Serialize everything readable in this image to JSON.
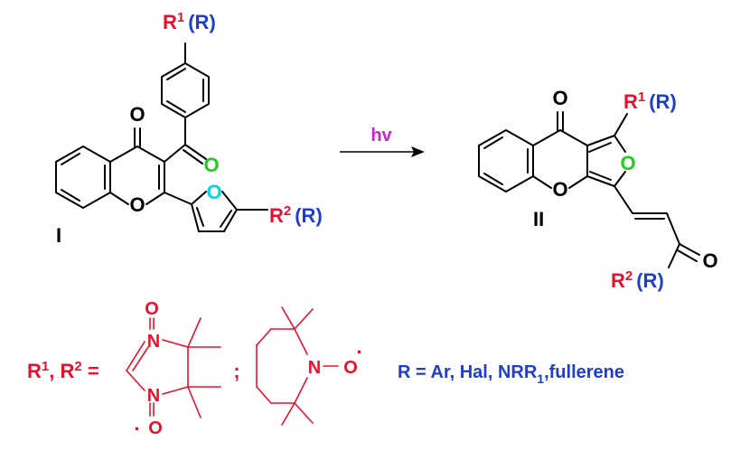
{
  "compound_I": {
    "label": "I",
    "r1": "R",
    "r1_sup": "1",
    "r1_alt": "(R)",
    "r2": "R",
    "r2_sup": "2",
    "r2_alt": "(R)",
    "carbonyl_o": "O",
    "ketone_o": "O",
    "ring_o": "O",
    "furan_o": "O"
  },
  "reaction": {
    "condition": "hv"
  },
  "compound_II": {
    "label": "II",
    "r1": "R",
    "r1_sup": "1",
    "r1_alt": "(R)",
    "r2": "R",
    "r2_sup": "2",
    "r2_alt": "(R)",
    "carbonyl_o": "O",
    "furan_o": "O",
    "ring_o": "O",
    "ketone_o": "O"
  },
  "definitions": {
    "r_labels": "R",
    "r1_sup": "1",
    "sep": ", ",
    "r2_sup": "2",
    "eq": " =",
    "semicolon": ";",
    "imidazoline_n_top": "N",
    "imidazoline_n_bottom": "N",
    "imidazoline_o_top": "O",
    "imidazoline_o_bottom": "O",
    "radical_dot": "·",
    "piperidine_n": "N",
    "piperidine_o": "O",
    "r_definition_prefix": "R = Ar, Hal, NRR",
    "r_definition_sub": "1",
    "r_definition_suffix": ",fullerene"
  }
}
